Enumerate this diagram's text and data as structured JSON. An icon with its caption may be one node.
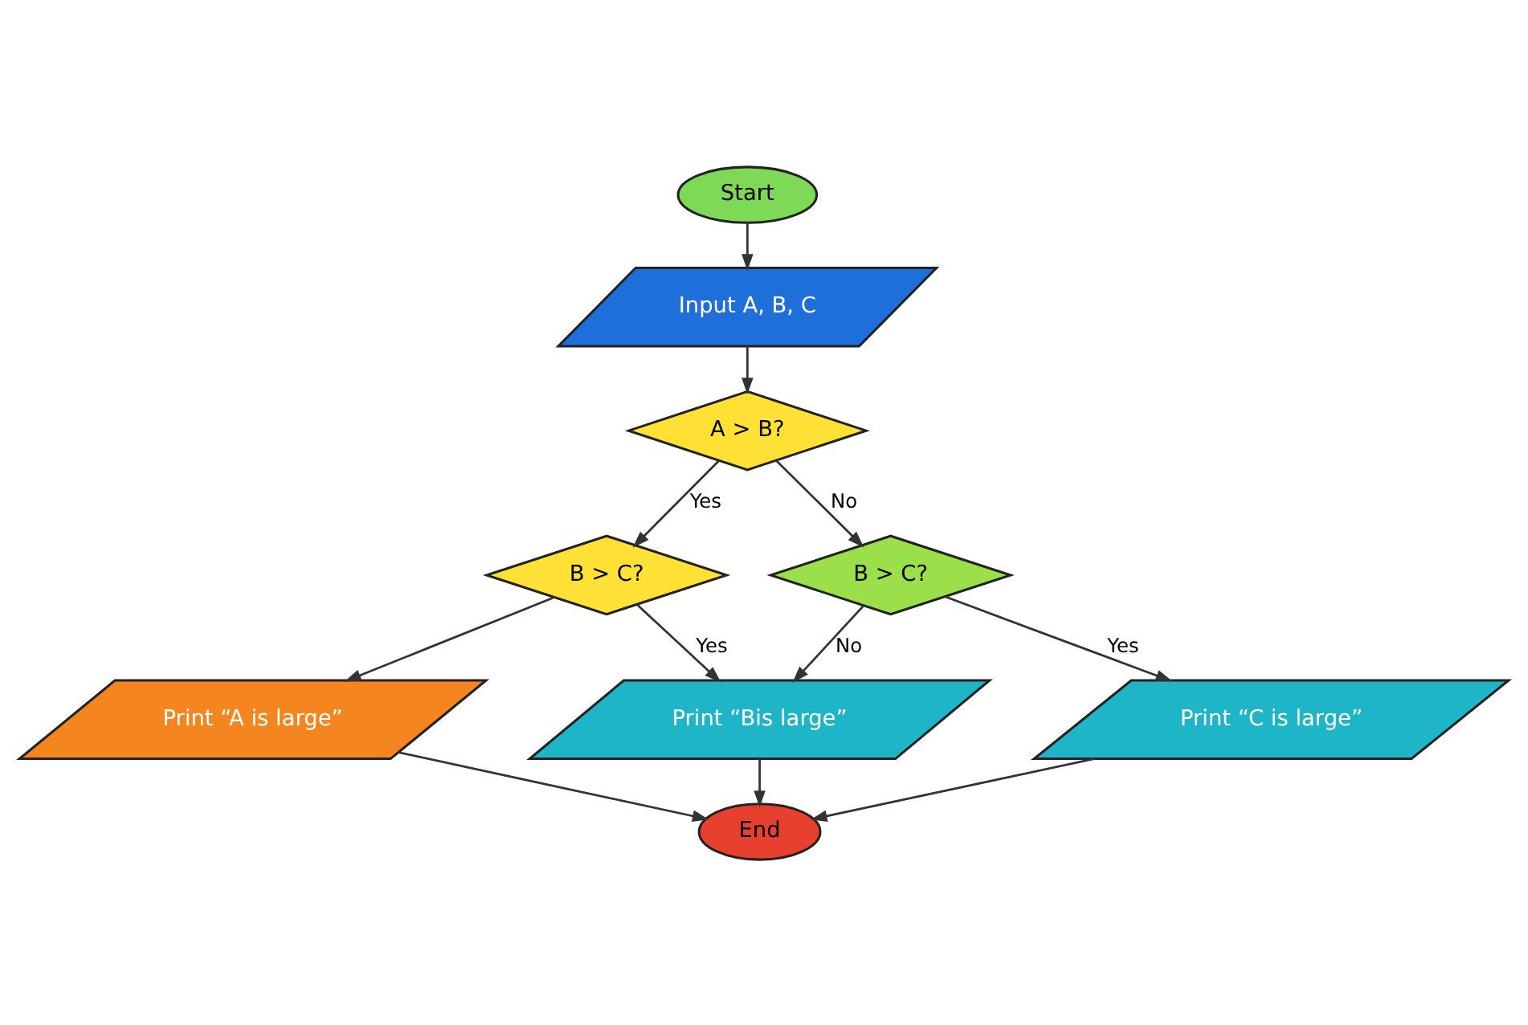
{
  "diagram": {
    "nodes": [
      {
        "text": [
          "Start"
        ]
      },
      {
        "text": [
          "Input A, B, C"
        ]
      },
      {
        "text": [
          "A > B?"
        ]
      },
      {
        "text": [
          "B > C?"
        ]
      },
      {
        "text": [
          "B > C?"
        ]
      },
      {
        "text": [
          "Print “A is large”"
        ]
      },
      {
        "text": [
          "Print “Bis large”"
        ]
      },
      {
        "text": [
          "Print “C is large”"
        ]
      },
      {
        "text": [
          "End"
        ]
      }
    ],
    "edges": [
      {
        "from": 0,
        "to": 1,
        "arrow": "to"
      },
      {
        "from": 1,
        "to": 2,
        "arrow": "to"
      },
      {
        "from": 2,
        "to": 3,
        "arrow": "to",
        "label": "Yes"
      },
      {
        "from": 2,
        "to": 4,
        "arrow": "to",
        "label": "No"
      },
      {
        "from": 3,
        "to": 5,
        "arrow": "to"
      },
      {
        "from": 3,
        "to": 6,
        "arrow": "to",
        "label": "Yes"
      },
      {
        "from": 4,
        "to": 6,
        "arrow": "to",
        "label": "No"
      },
      {
        "from": 4,
        "to": 7,
        "arrow": "to",
        "label": "Yes"
      },
      {
        "from": 5,
        "to": 8,
        "arrow": "to"
      },
      {
        "from": 6,
        "to": 8,
        "arrow": "to"
      },
      {
        "from": 7,
        "to": 8,
        "arrow": "to"
      }
    ]
  }
}
